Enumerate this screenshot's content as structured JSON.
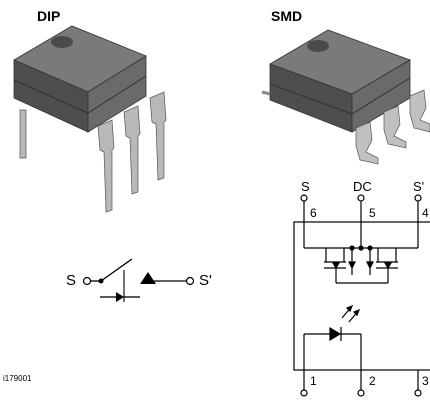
{
  "packages": {
    "dip_label": "DIP",
    "smd_label": "SMD"
  },
  "symbol": {
    "left_terminal": "S",
    "right_terminal": "S'"
  },
  "schematic": {
    "top_labels": [
      "S",
      "DC",
      "S'"
    ],
    "top_pin_numbers": [
      "6",
      "5",
      "4"
    ],
    "bottom_pin_numbers": [
      "1",
      "2",
      "3"
    ]
  },
  "figure_code": "i179001",
  "colors": {
    "package_body": "#5a5a5a",
    "package_top": "#7a7a7a",
    "lead_color": "#b8b8b8",
    "line": "#000000"
  }
}
